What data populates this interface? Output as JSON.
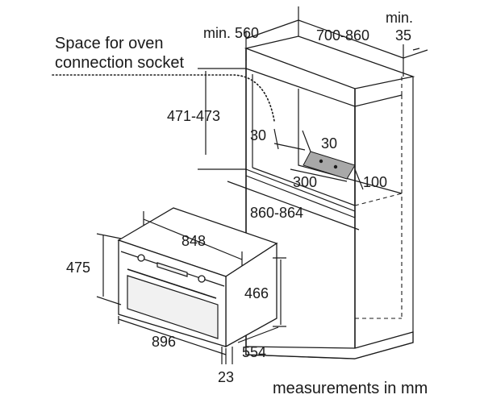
{
  "labels": {
    "socket_line1": "Space for oven",
    "socket_line2": "connection socket",
    "min560": "min. 560",
    "depth700_860": "700-860",
    "min35_line1": "min.",
    "min35_line2": "35",
    "height471_473": "471-473",
    "gap30_left": "30",
    "gap30_right": "30",
    "socket300": "300",
    "socket100": "100",
    "width860_864": "860-864",
    "oven848": "848",
    "oven475": "475",
    "oven466": "466",
    "oven896": "896",
    "oven554": "554",
    "oven23": "23",
    "units": "measurements in mm"
  },
  "colors": {
    "line": "#1a1a1a",
    "socket_box": "#a8a8a8",
    "background": "#ffffff"
  }
}
